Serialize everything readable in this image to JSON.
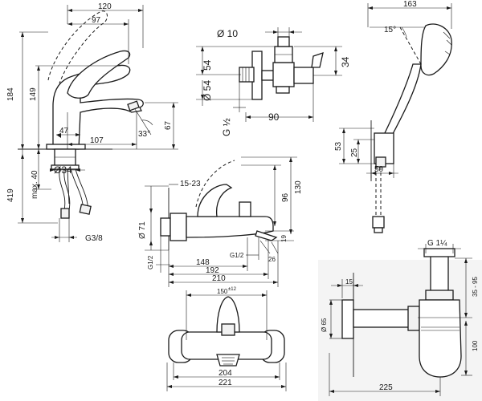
{
  "faucet": {
    "d_120": "120",
    "d_97": "97",
    "d_184": "184",
    "d_149": "149",
    "d_47": "47",
    "d_107": "107",
    "d_33deg": "33°",
    "d_67": "67",
    "d_419": "419",
    "d_max40": "max. 40",
    "d_dia34": "Ø34",
    "d_g38": "G3/8"
  },
  "valve": {
    "d_dia10": "Ø 10",
    "d_54": "54",
    "d_dia54": "Ø 54",
    "d_34": "34",
    "d_g12": "G ½",
    "d_90": "90"
  },
  "shower": {
    "d_163": "163",
    "d_15deg": "15°",
    "d_53": "53",
    "d_25": "25",
    "d_50": "50"
  },
  "bath_mixer": {
    "d_1523": "15-23",
    "d_96": "96",
    "d_130": "130",
    "d_dia71": "Ø 71",
    "d_19": "19",
    "d_g12_left": "G1/2",
    "d_g12_spout": "G1/2",
    "d_26": "26",
    "d_148": "148",
    "d_192": "192",
    "d_210": "210",
    "d_150": "150",
    "d_150_tol": "±12",
    "d_204": "204",
    "d_221": "221"
  },
  "trap": {
    "d_g114": "G 1¼",
    "d_15": "15",
    "d_3595": "35 - 95",
    "d_dia65": "Ø 65",
    "d_100": "100",
    "d_225": "225"
  }
}
